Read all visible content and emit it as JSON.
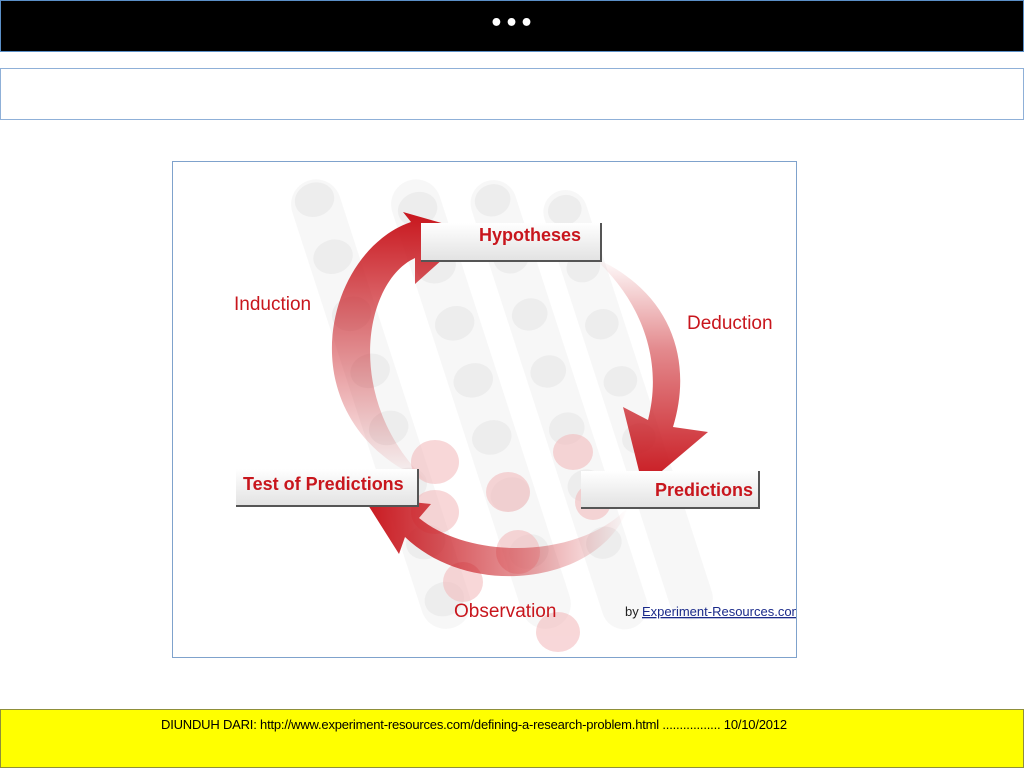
{
  "slide": {
    "title": "•••",
    "footer_text": "DIUNDUH DARI: http://www.experiment-resources.com/defining-a-research-problem.html .................  10/10/2012"
  },
  "diagram": {
    "nodes": {
      "hypotheses": "Hypotheses",
      "predictions": "Predictions",
      "test_of_predictions": "Test of Predictions"
    },
    "edges": {
      "induction": "Induction",
      "deduction": "Deduction",
      "observation": "Observation"
    },
    "credit_prefix": "by",
    "credit_link": "Experiment-Resources.com"
  },
  "colors": {
    "arrow_red": "#c8161d",
    "node_text_red": "#c8161d",
    "label_red": "#c8161d",
    "link_blue": "#1a2a8a",
    "title_bg": "#000000",
    "footer_bg": "#ffff00"
  }
}
